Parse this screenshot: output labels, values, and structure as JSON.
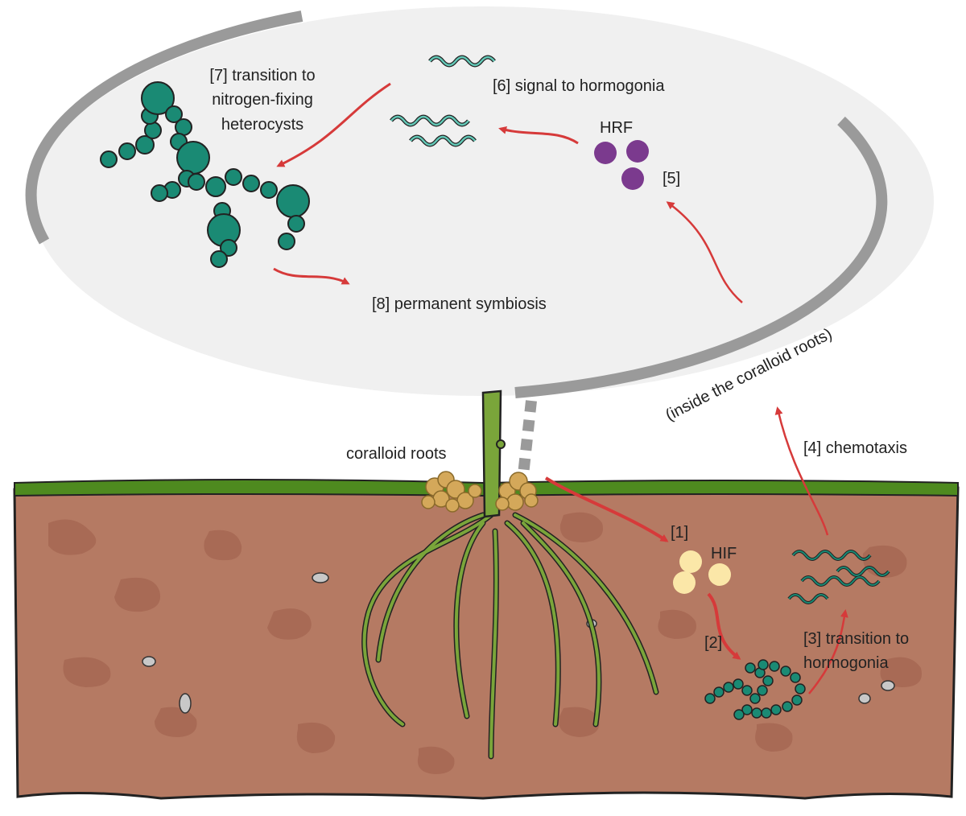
{
  "labels": {
    "step1": "[1]",
    "hif": "HIF",
    "step2": "[2]",
    "step3_line1": "[3] transition to",
    "step3_line2": "hormogonia",
    "step4": "[4] chemotaxis",
    "inside": "(inside the coralloid roots)",
    "step5": "[5]",
    "hrf": "HRF",
    "step6": "[6] signal to hormogonia",
    "step7_line1": "[7] transition to",
    "step7_line2": "nitrogen-fixing",
    "step7_line3": "heterocysts",
    "step8": "[8] permanent symbiosis",
    "coralloid": "coralloid roots"
  },
  "colors": {
    "soil": "#b57a63",
    "soil_spot": "#a86a55",
    "grass": "#4e8a1f",
    "bubble": "#f0f0f0",
    "bubble_rim": "#9a9a9a",
    "arrow": "#d63a3a",
    "cyano": "#1a8a74",
    "hif": "#fbe7a8",
    "hrf": "#7b3a8e",
    "root": "#7aa53a",
    "coralloid": "#d4a85a"
  }
}
